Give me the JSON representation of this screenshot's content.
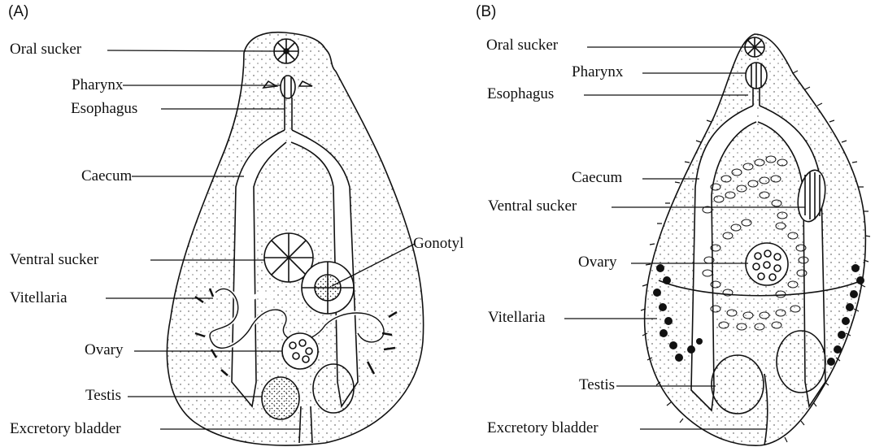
{
  "panels": [
    {
      "letter": "(A)",
      "labels": {
        "oral_sucker": "Oral sucker",
        "pharynx": "Pharynx",
        "esophagus": "Esophagus",
        "caecum": "Caecum",
        "ventral_sucker": "Ventral sucker",
        "vitellaria": "Vitellaria",
        "ovary": "Ovary",
        "testis": "Testis",
        "excretory_bladder": "Excretory bladder",
        "gonotyl": "Gonotyl"
      }
    },
    {
      "letter": "(B)",
      "labels": {
        "oral_sucker": "Oral sucker",
        "pharynx": "Pharynx",
        "esophagus": "Esophagus",
        "caecum": "Caecum",
        "ventral_sucker": "Ventral sucker",
        "ovary": "Ovary",
        "vitellaria": "Vitellaria",
        "testis": "Testis",
        "excretory_bladder": "Excretory bladder"
      }
    }
  ]
}
